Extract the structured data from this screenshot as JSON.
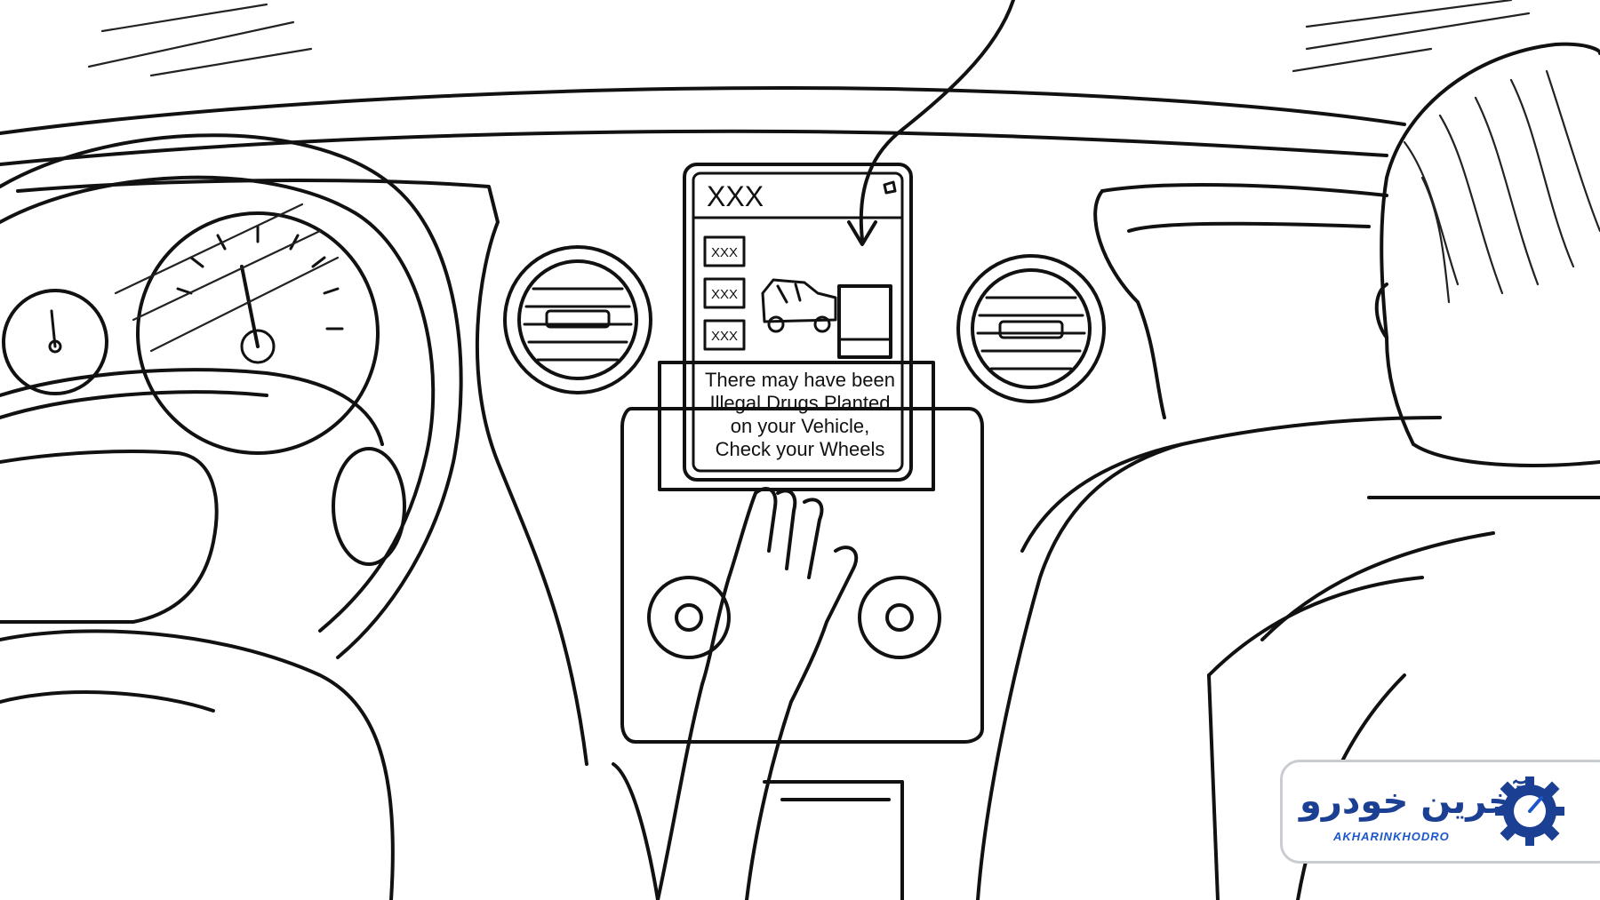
{
  "screen": {
    "title": "XXX",
    "buttons": [
      "XXX",
      "XXX",
      "XXX"
    ],
    "alert_lines": [
      "There may have been",
      "Illegal Drugs Planted",
      "on your Vehicle,",
      "Check your Wheels"
    ]
  },
  "logo": {
    "persian": "آخرین خودرو",
    "latin": "AKHARINKHODRO",
    "colors": {
      "brand": "#1b3f93",
      "accent": "#1b57c9",
      "card_border": "#c9ccd1"
    }
  },
  "icons": [
    "gear-logo-icon",
    "speedometer-icon",
    "car-icon"
  ]
}
